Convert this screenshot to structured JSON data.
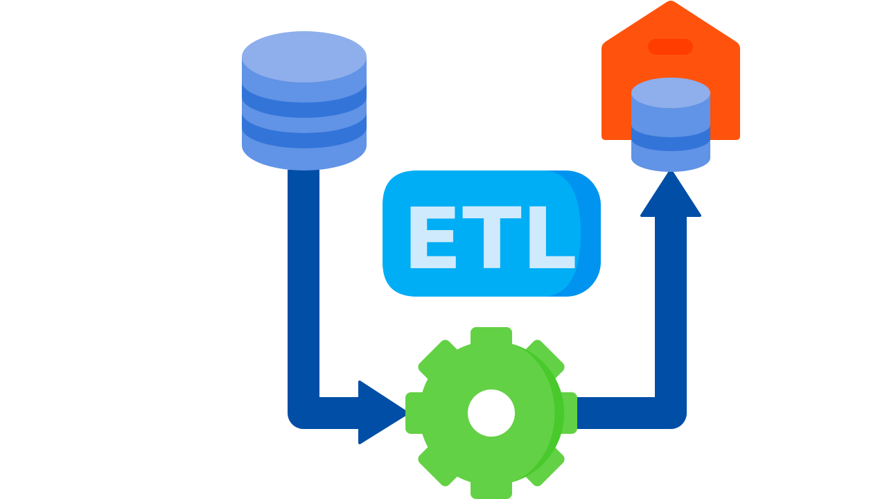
{
  "diagram": {
    "label": "ETL",
    "nodes": [
      {
        "id": "source-database",
        "icon": "database-icon"
      },
      {
        "id": "transform-process",
        "icon": "gear-icon"
      },
      {
        "id": "data-warehouse",
        "icon": "warehouse-icon"
      }
    ],
    "edges": [
      {
        "from": "source-database",
        "to": "transform-process"
      },
      {
        "from": "transform-process",
        "to": "data-warehouse"
      }
    ]
  },
  "colors": {
    "arrow": "#004ea6",
    "db_top": "#8eafeb",
    "db_body": "#6193e6",
    "db_band": "#3374d9",
    "badge_main": "#00aef5",
    "badge_shade": "#0094f0",
    "badge_text": "#cfeafc",
    "gear_main": "#63d145",
    "gear_shade": "#48c92c",
    "warehouse": "#ff530d",
    "warehouse_slot": "#ff3d00",
    "background": "#ffffff"
  }
}
